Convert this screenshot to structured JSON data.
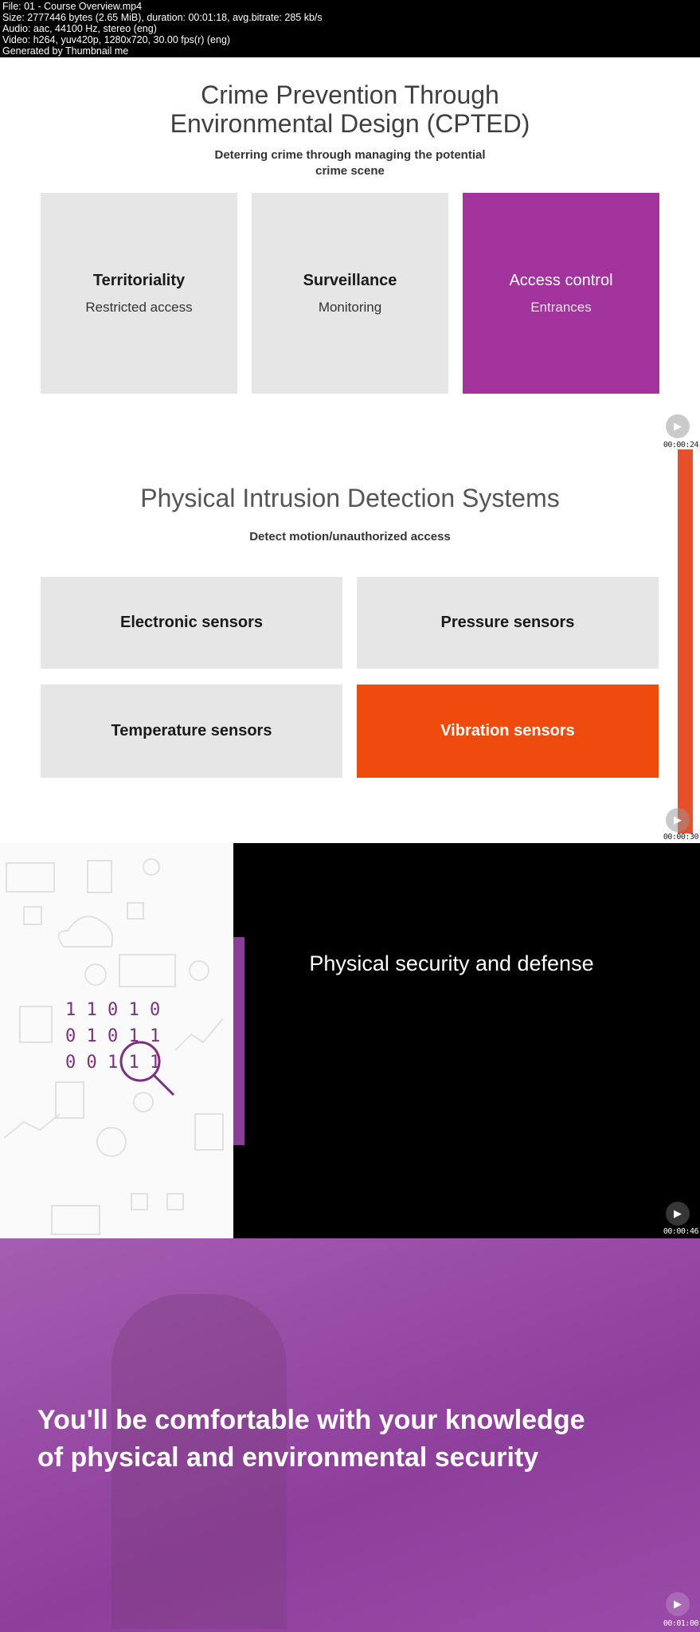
{
  "info": {
    "lines": [
      "File: 01 - Course Overview.mp4",
      "Size: 2777446 bytes (2.65 MiB), duration: 00:01:18, avg.bitrate: 285 kb/s",
      "Audio: aac, 44100 Hz, stereo (eng)",
      "Video: h264, yuv420p, 1280x720, 30.00 fps(r) (eng)",
      "Generated by Thumbnail me"
    ]
  },
  "frame1": {
    "title1": "Crime Prevention Through",
    "title2": "Environmental Design (CPTED)",
    "subtitle1": "Deterring crime through managing the potential",
    "subtitle2": "crime scene",
    "tiles": [
      {
        "heading": "Territoriality",
        "sub": "Restricted access"
      },
      {
        "heading": "Surveillance",
        "sub": "Monitoring"
      },
      {
        "heading": "Access control",
        "sub": "Entrances"
      }
    ],
    "timestamp": "00:00:24"
  },
  "frame2": {
    "title": "Physical Intrusion Detection Systems",
    "subtitle": "Detect motion/unauthorized access",
    "tiles": [
      "Electronic sensors",
      "Pressure sensors",
      "Temperature sensors",
      "Vibration sensors"
    ],
    "timestamp": "00:00:30"
  },
  "frame3": {
    "text": "Physical security and defense",
    "binary": [
      "1 1 0 1 0",
      "0 1 0 1 1",
      "0 0 1 1 1"
    ],
    "timestamp": "00:00:46"
  },
  "frame4": {
    "line1": "You'll be comfortable with your knowledge",
    "line2": "of physical and environmental security",
    "timestamp": "00:01:00"
  },
  "colors": {
    "purple": "#a2329c",
    "orange": "#ee4b0c"
  }
}
